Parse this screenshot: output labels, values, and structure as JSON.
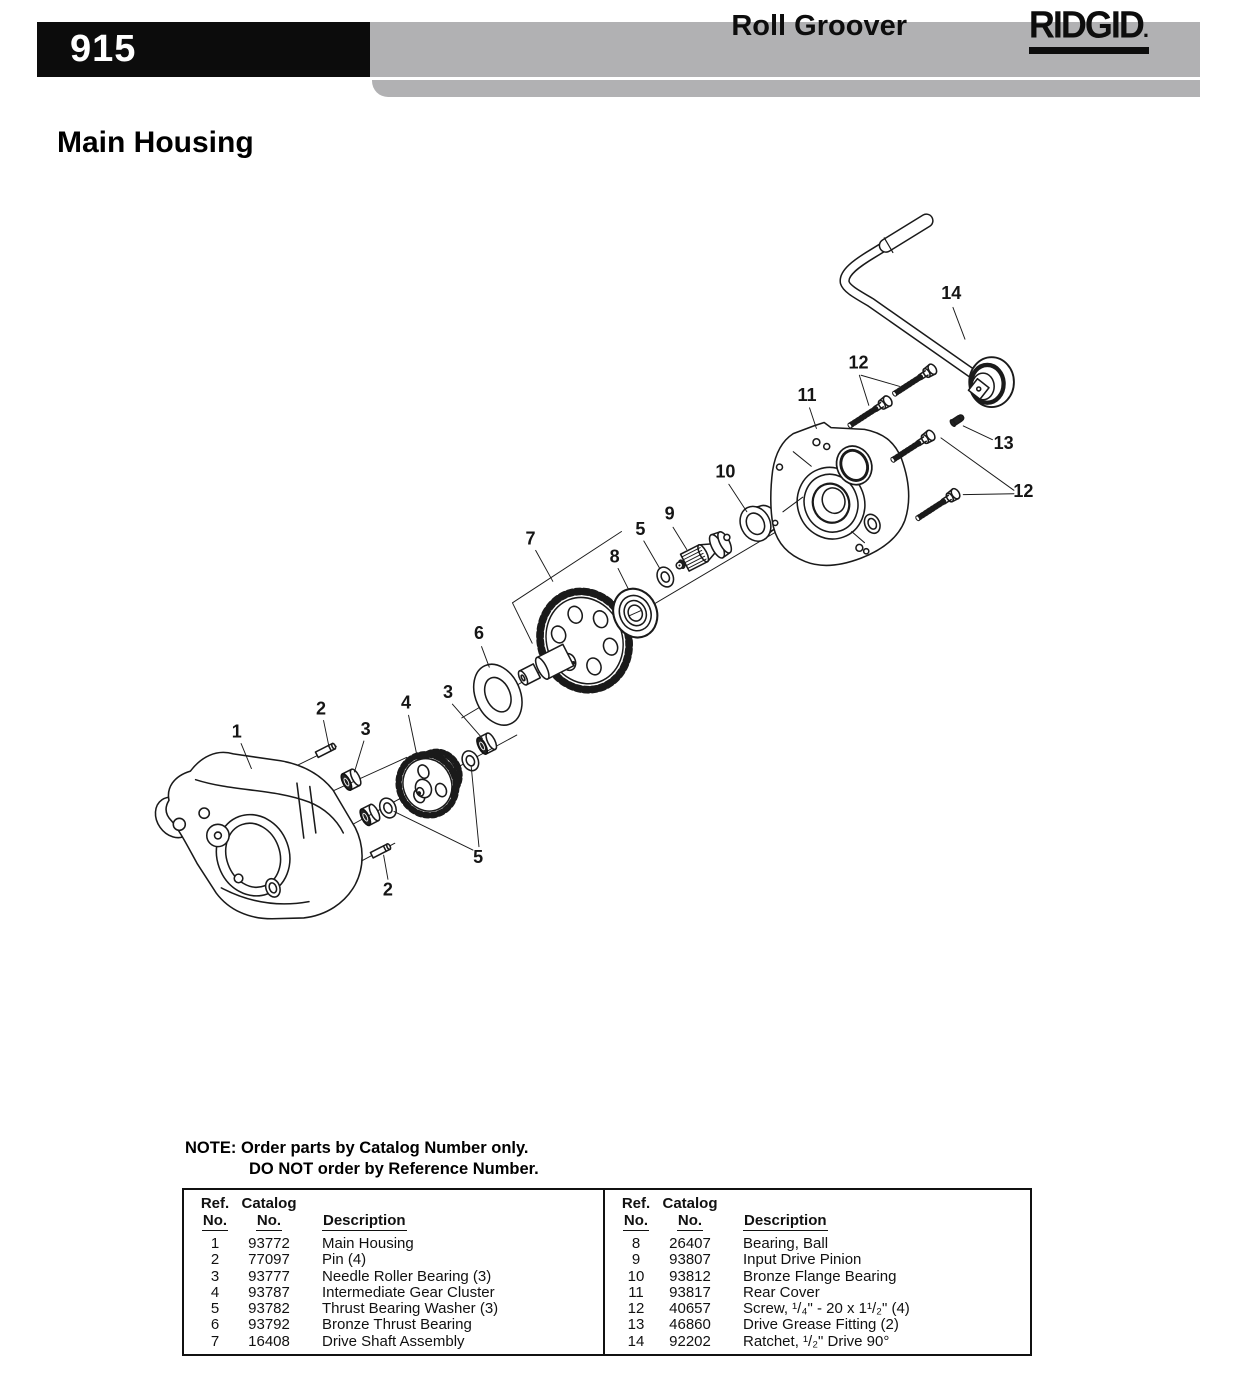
{
  "header": {
    "model": "915",
    "product": "Roll Groover",
    "brand": "RIDGID",
    "brand_mark": ".",
    "bar_color": "#b1b1b3",
    "box_color": "#0c0c0c"
  },
  "title": "Main Housing",
  "note": {
    "label": "NOTE:",
    "line1": "Order parts by Catalog Number only.",
    "line2": "DO NOT order by Reference Number."
  },
  "table": {
    "headers": {
      "ref1": "Ref.",
      "ref2": "No.",
      "cat1": "Catalog",
      "cat2": "No.",
      "desc": "Description"
    },
    "left_rows": [
      {
        "ref": "1",
        "cat": "93772",
        "desc": "Main Housing"
      },
      {
        "ref": "2",
        "cat": "77097",
        "desc": "Pin (4)"
      },
      {
        "ref": "3",
        "cat": "93777",
        "desc": "Needle Roller Bearing (3)"
      },
      {
        "ref": "4",
        "cat": "93787",
        "desc": "Intermediate Gear Cluster"
      },
      {
        "ref": "5",
        "cat": "93782",
        "desc": "Thrust Bearing Washer (3)"
      },
      {
        "ref": "6",
        "cat": "93792",
        "desc": "Bronze Thrust Bearing"
      },
      {
        "ref": "7",
        "cat": "16408",
        "desc": "Drive Shaft Assembly"
      }
    ],
    "right_rows": [
      {
        "ref": "8",
        "cat": "26407",
        "desc": "Bearing, Ball"
      },
      {
        "ref": "9",
        "cat": "93807",
        "desc": "Input Drive Pinion"
      },
      {
        "ref": "10",
        "cat": "93812",
        "desc": "Bronze Flange Bearing"
      },
      {
        "ref": "11",
        "cat": "93817",
        "desc": "Rear Cover"
      },
      {
        "ref": "12",
        "cat": "40657",
        "desc": "Screw, ¹/₄\" - 20 x 1¹/₂\" (4)"
      },
      {
        "ref": "13",
        "cat": "46860",
        "desc": "Drive Grease Fitting (2)"
      },
      {
        "ref": "14",
        "cat": "92202",
        "desc": "Ratchet, ¹/₂\" Drive 90°"
      }
    ]
  },
  "diagram": {
    "ink": "#1a1a1a",
    "callouts": [
      {
        "n": "1"
      },
      {
        "n": "2"
      },
      {
        "n": "3"
      },
      {
        "n": "4"
      },
      {
        "n": "3"
      },
      {
        "n": "2"
      },
      {
        "n": "5"
      },
      {
        "n": "6"
      },
      {
        "n": "7"
      },
      {
        "n": "8"
      },
      {
        "n": "5"
      },
      {
        "n": "9"
      },
      {
        "n": "10"
      },
      {
        "n": "11"
      },
      {
        "n": "12"
      },
      {
        "n": "13"
      },
      {
        "n": "12"
      },
      {
        "n": "14"
      }
    ]
  }
}
